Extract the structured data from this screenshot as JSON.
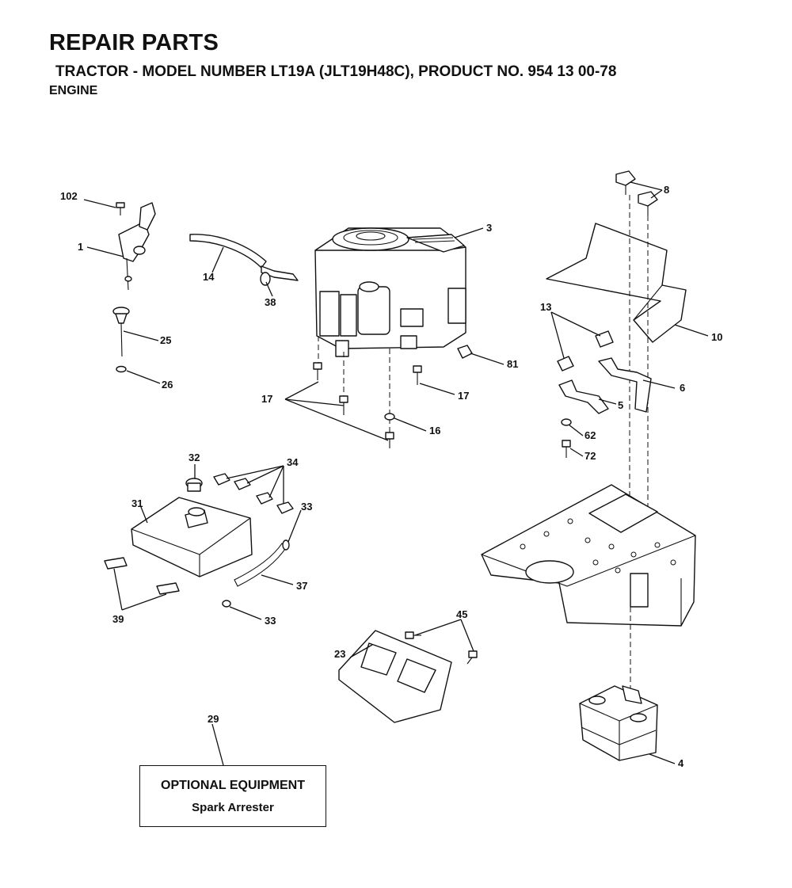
{
  "header": {
    "title": "REPAIR PARTS",
    "subtitle": "TRACTOR - MODEL NUMBER LT19A (JLT19H48C), PRODUCT NO. 954 13 00-78",
    "section": "ENGINE"
  },
  "callouts": {
    "c102": "102",
    "c1": "1",
    "c14": "14",
    "c38": "38",
    "c3": "3",
    "c8": "8",
    "c10": "10",
    "c13": "13",
    "c6": "6",
    "c5": "5",
    "c62": "62",
    "c72": "72",
    "c25": "25",
    "c26": "26",
    "c81": "81",
    "c17a": "17",
    "c17b": "17",
    "c16": "16",
    "c32": "32",
    "c34": "34",
    "c31": "31",
    "c33a": "33",
    "c37": "37",
    "c33b": "33",
    "c39": "39",
    "c45": "45",
    "c23": "23",
    "c29": "29",
    "c4": "4"
  },
  "optional": {
    "title": "OPTIONAL EQUIPMENT",
    "item": "Spark Arrester"
  }
}
